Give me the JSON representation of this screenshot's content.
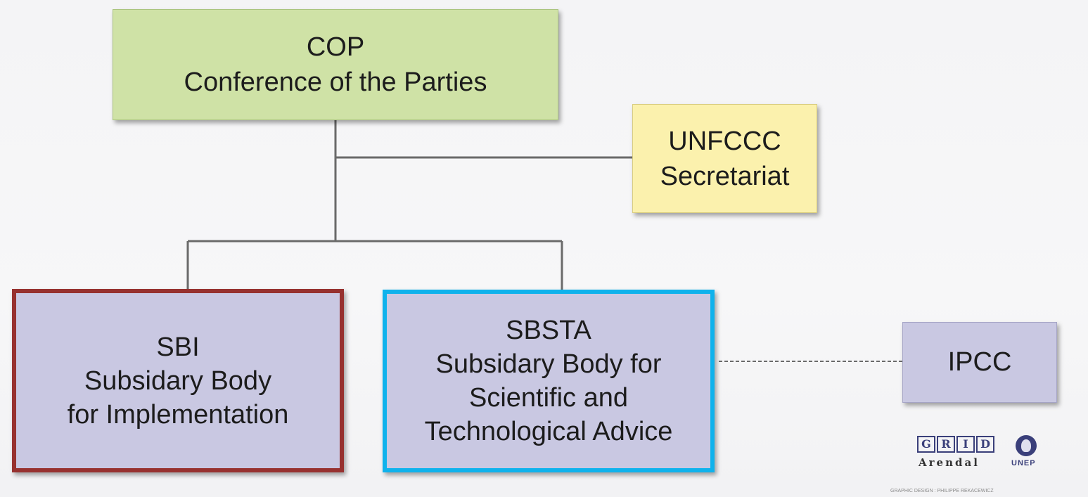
{
  "nodes": {
    "cop": {
      "line1": "COP",
      "line2": "Conference of the Parties"
    },
    "secretariat": {
      "line1": "UNFCCC",
      "line2": "Secretariat"
    },
    "sbi": {
      "line1": "SBI",
      "line2": "Subsidary Body",
      "line3": "for Implementation"
    },
    "sbsta": {
      "line1": "SBSTA",
      "line2": "Subsidary Body for",
      "line3": "Scientific and",
      "line4": "Technological Advice"
    },
    "ipcc": {
      "line1": "IPCC"
    }
  },
  "logo": {
    "grid_letters": [
      "G",
      "R",
      "I",
      "D"
    ],
    "arendal": "Arendal",
    "unep": "UNEP",
    "credit": "GRAPHIC DESIGN : PHILIPPE REKACEWICZ"
  },
  "colors": {
    "cop_fill": "#cfe2a6",
    "secretariat_fill": "#fbf1ad",
    "subsidiary_fill": "#c9c8e2",
    "sbi_highlight": "#97312f",
    "sbsta_highlight": "#0fb2ec"
  },
  "icons": {
    "logo": "grid-arendal-unep-logo"
  }
}
